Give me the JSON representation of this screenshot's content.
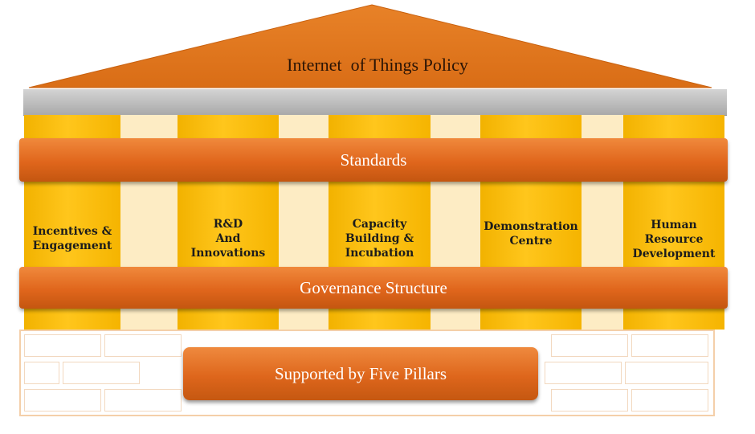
{
  "roof": {
    "title": "Internet  of Things Policy"
  },
  "bands": {
    "standards": "Standards",
    "governance": "Governance Structure"
  },
  "pillars": [
    {
      "lines": [
        "Incentives &",
        "Engagement"
      ]
    },
    {
      "lines": [
        "R&D",
        "And",
        "Innovations"
      ]
    },
    {
      "lines": [
        "Capacity",
        "Building &",
        "Incubation"
      ]
    },
    {
      "lines": [
        "Demonstration",
        "Centre"
      ]
    },
    {
      "lines": [
        "Human",
        "Resource",
        "Development"
      ]
    }
  ],
  "foundation": {
    "label": "Supported by Five Pillars"
  },
  "colors": {
    "roof": "#e0761f",
    "pillar": "#ffc000",
    "band": "#e0661c",
    "architrave": "#bfbfbf"
  }
}
